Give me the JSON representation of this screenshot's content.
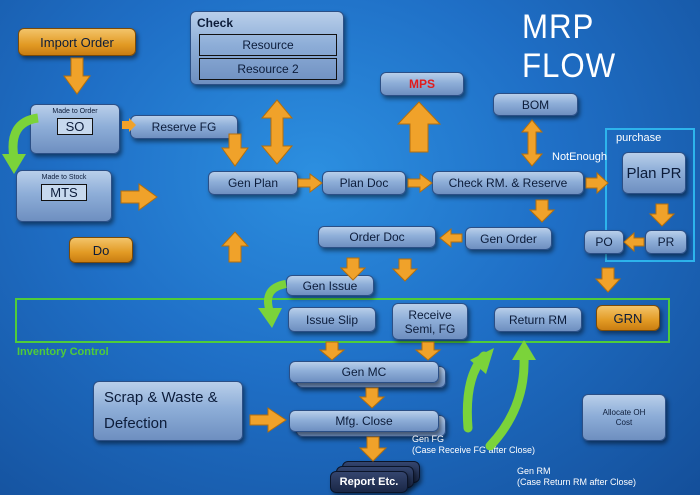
{
  "title": "MRP FLOW",
  "import_order": "Import Order",
  "made_to_order": {
    "caption": "Made to Order",
    "code": "SO"
  },
  "made_to_stock": {
    "caption": "Made to Stock",
    "code": "MTS"
  },
  "do": "Do",
  "reserve_fg": "Reserve FG",
  "check": {
    "title": "Check",
    "items": [
      "Resource",
      "Resource 2"
    ]
  },
  "mps": "MPS",
  "bom": "BOM",
  "gen_plan": "Gen Plan",
  "plan_doc": "Plan Doc",
  "check_rm": "Check RM. & Reserve",
  "not_enough": "NotEnough",
  "purchase": "purchase",
  "plan_pr": "Plan PR",
  "pr": "PR",
  "po": "PO",
  "order_doc": "Order Doc",
  "gen_order": "Gen Order",
  "gen_issue": "Gen Issue",
  "issue_slip": "Issue Slip",
  "receive_semi": {
    "line1": "Receive",
    "line2": "Semi, FG"
  },
  "return_rm": "Return RM",
  "grn": "GRN",
  "inventory_control": "Inventory Control",
  "gen_mc": "Gen MC",
  "scrap": {
    "line1": "Scrap & Waste &",
    "line2": "Defection"
  },
  "mfg_close": "Mfg. Close",
  "allocate": {
    "line1": "Allocate OH",
    "line2": "Cost"
  },
  "gen_fg": {
    "line1": "Gen FG",
    "line2": "(Case Receive FG after Close)"
  },
  "gen_rm": {
    "line1": "Gen RM",
    "line2": "(Case Return RM after Close)"
  },
  "report": "Report Etc.",
  "colors": {
    "accent_orange": "#f0a22a",
    "mps_red": "#e21b1b",
    "inventory_green": "#4fcc3a",
    "purchase_border": "#2db4ec",
    "title_white": "#ffffff"
  }
}
